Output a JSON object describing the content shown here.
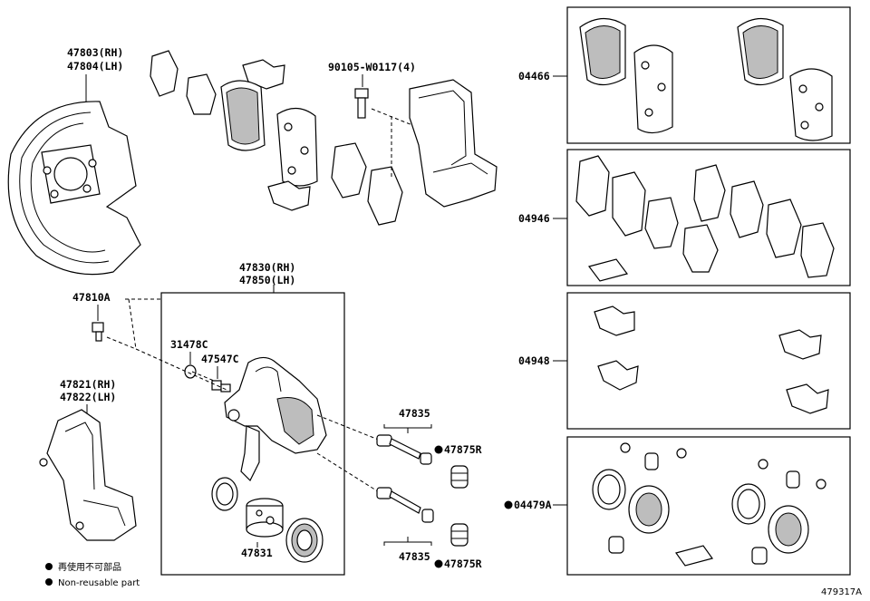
{
  "labels": {
    "dust_cover": [
      "47803(RH)",
      "47804(LH)"
    ],
    "bolt": "90105-W0117(4)",
    "caliper_assy": [
      "47830(RH)",
      "47850(LH)"
    ],
    "bleeder": "47810A",
    "seal_cap": "31478C",
    "bleeder_cap": "47547C",
    "mounting": [
      "47821(RH)",
      "47822(LH)"
    ],
    "slide_pin_top": "47835",
    "slide_boot_top": "47875R",
    "slide_pin_bottom": "47835",
    "slide_boot_bottom": "47875R",
    "piston": "47831",
    "kit_pads": "04466",
    "kit_shims": "04946",
    "kit_clips": "04948",
    "kit_seals": "04479A"
  },
  "legend": {
    "jp": "再使用不可部品",
    "en": "Non-reusable part"
  },
  "diagram_id": "479317A"
}
